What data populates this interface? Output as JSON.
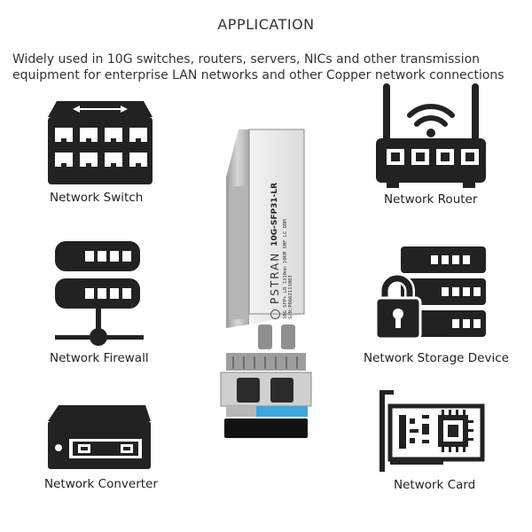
{
  "header": {
    "title": "APPLICATION",
    "description_line1": "Widely used in 10G switches, routers, servers, NICs and other transmission",
    "description_line2": "equipment for enterprise LAN networks and other Copper network connections"
  },
  "devices": [
    {
      "label": "Network Switch",
      "icon": "network-switch-icon"
    },
    {
      "label": "Network Router",
      "icon": "network-router-icon"
    },
    {
      "label": "Network Firewall",
      "icon": "network-firewall-icon"
    },
    {
      "label": "Network Storage Device",
      "icon": "network-storage-icon"
    },
    {
      "label": "Network Converter",
      "icon": "network-converter-icon"
    },
    {
      "label": "Network Card",
      "icon": "network-card-icon"
    }
  ],
  "module": {
    "brand": "PSTRAN",
    "model": "10G-SFP31-LR",
    "spec": "10G SFP+ LR 1310nm 10KM SMF LC DDM",
    "serial": "S/N:P0662111083",
    "colors": {
      "body": "#c9c9c9",
      "latch": "#3aa9e0",
      "dark": "#111111"
    }
  }
}
